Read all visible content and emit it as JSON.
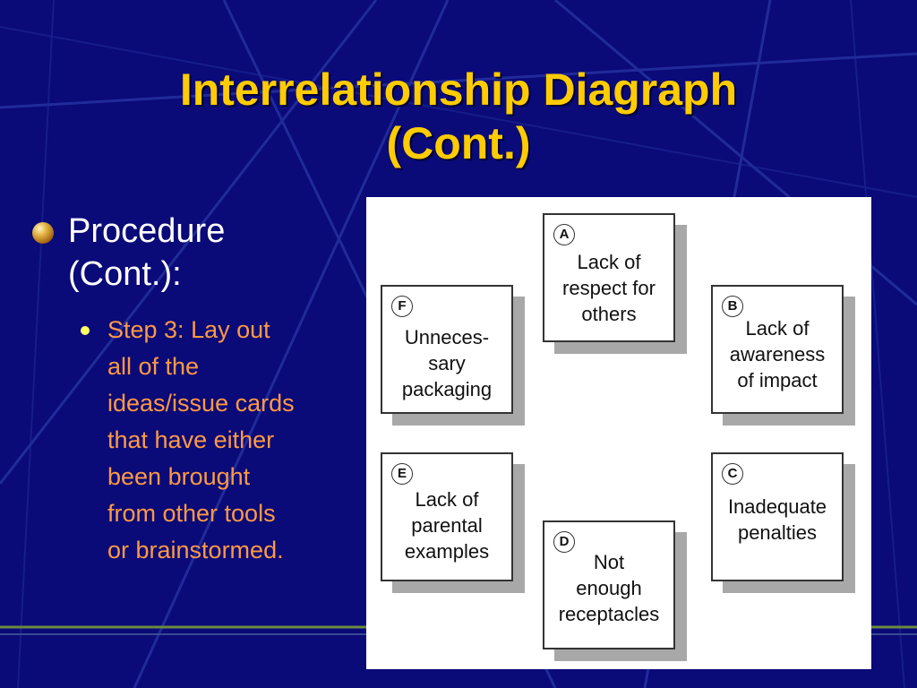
{
  "slide": {
    "title_line1": "Interrelationship Diagraph",
    "title_line2": "(Cont.)",
    "bullet_level1": {
      "line1": "Procedure",
      "line2": "(Cont.):"
    },
    "bullet_level2": {
      "lines": [
        "Step 3: Lay out",
        "all of the",
        "ideas/issue cards",
        "that have either",
        "been brought",
        "from other tools",
        "or brainstormed."
      ]
    }
  },
  "diagram": {
    "cards": [
      {
        "letter": "A",
        "lines": [
          "Lack of",
          "respect for",
          "others"
        ]
      },
      {
        "letter": "B",
        "lines": [
          "Lack of",
          "awareness",
          "of impact"
        ]
      },
      {
        "letter": "C",
        "lines": [
          "Inadequate",
          "penalties"
        ]
      },
      {
        "letter": "D",
        "lines": [
          "Not",
          "enough",
          "receptacles"
        ]
      },
      {
        "letter": "E",
        "lines": [
          "Lack of",
          "parental",
          "examples"
        ]
      },
      {
        "letter": "F",
        "lines": [
          "Unneces-",
          "sary",
          "packaging"
        ]
      }
    ]
  },
  "colors": {
    "background": "#0a0a78",
    "title": "#ffcc00",
    "bullet_level1_text": "#ffffff",
    "bullet_level2_text": "#ff9944",
    "bullet_level2_marker": "#ffff66"
  }
}
